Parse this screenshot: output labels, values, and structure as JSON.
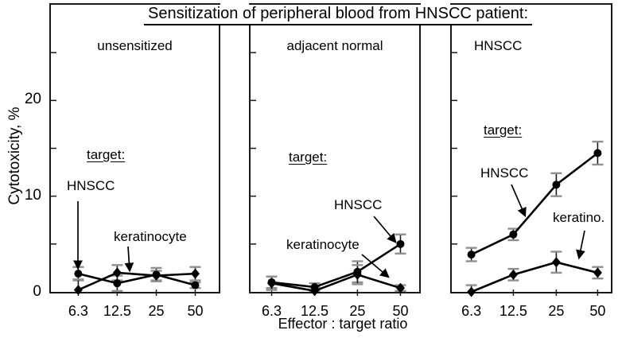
{
  "figure": {
    "title": "Sensitization of peripheral blood from HNSCC patient:",
    "ylabel": "Cytotoxicity, %",
    "xlabel": "Effector : target ratio",
    "ytick_labels": [
      "0",
      "10",
      "20"
    ]
  },
  "colors": {
    "line": "#000000",
    "marker": "#000000",
    "error_stem": "#1a1a1a",
    "error_cap": "#909090",
    "axis": "#1a1a1a"
  },
  "chart_data": [
    {
      "type": "line",
      "panel_label": "unsensitized",
      "x_categories": [
        "6.3",
        "12.5",
        "25",
        "50"
      ],
      "xlabel": "Effector : target ratio",
      "ylabel": "Cytotoxicity, %",
      "ylim": [
        0,
        30
      ],
      "yticks_labeled": [
        0,
        10,
        20
      ],
      "yticks_minor": [
        5,
        15,
        25
      ],
      "grid": "off",
      "target_heading": "target:",
      "series": [
        {
          "name": "HNSCC",
          "label": "HNSCC",
          "marker": "circle",
          "values": [
            1.9,
            0.9,
            1.8,
            0.7
          ],
          "errors": [
            0.7,
            0.8,
            0.7,
            0.3
          ]
        },
        {
          "name": "keratinocyte",
          "label": "keratinocyte",
          "marker": "diamond",
          "values": [
            0.2,
            2.0,
            1.7,
            1.9
          ],
          "errors": [
            1.1,
            0.8,
            0.5,
            0.7
          ]
        }
      ]
    },
    {
      "type": "line",
      "panel_label": "adjacent normal",
      "x_categories": [
        "6.3",
        "12.5",
        "25",
        "50"
      ],
      "xlabel": "Effector : target ratio",
      "ylabel": "Cytotoxicity, %",
      "ylim": [
        0,
        30
      ],
      "yticks_labeled": [
        0,
        10,
        20
      ],
      "yticks_minor": [
        5,
        15,
        25
      ],
      "grid": "off",
      "target_heading": "target:",
      "series": [
        {
          "name": "HNSCC",
          "label": "HNSCC",
          "marker": "circle",
          "values": [
            1.0,
            0.5,
            2.1,
            5.0
          ],
          "errors": [
            0.6,
            0.4,
            1.1,
            1.0
          ]
        },
        {
          "name": "keratinocyte",
          "label": "keratinocyte",
          "marker": "diamond",
          "values": [
            0.9,
            0.1,
            1.8,
            0.4
          ],
          "errors": [
            0.7,
            0.4,
            1.0,
            0.3
          ]
        }
      ]
    },
    {
      "type": "line",
      "panel_label": "HNSCC",
      "x_categories": [
        "6.3",
        "12.5",
        "25",
        "50"
      ],
      "xlabel": "Effector : target ratio",
      "ylabel": "Cytotoxicity, %",
      "ylim": [
        0,
        30
      ],
      "yticks_labeled": [
        0,
        10,
        20
      ],
      "yticks_minor": [
        5,
        15,
        25
      ],
      "grid": "off",
      "target_heading": "target:",
      "series": [
        {
          "name": "HNSCC",
          "label": "HNSCC",
          "marker": "circle",
          "values": [
            3.9,
            6.0,
            11.2,
            14.5
          ],
          "errors": [
            0.7,
            0.6,
            1.2,
            1.2
          ]
        },
        {
          "name": "keratinocyte",
          "label": "keratino.",
          "marker": "diamond",
          "values": [
            0.0,
            1.8,
            3.1,
            2.0
          ],
          "errors": [
            0.7,
            0.6,
            1.1,
            0.6
          ]
        }
      ]
    }
  ]
}
